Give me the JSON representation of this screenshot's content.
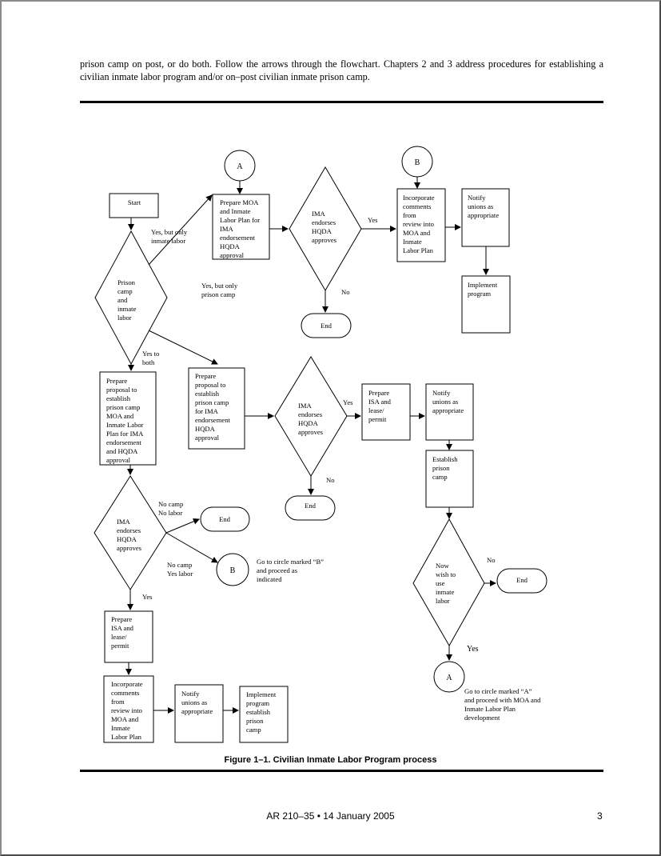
{
  "intro_text": "prison camp on post, or do both. Follow the arrows through the flowchart. Chapters 2 and 3 address procedures for establishing a civilian inmate labor program and/or on–post civilian inmate prison camp.",
  "flowchart": {
    "start": "Start",
    "decision_prison_camp": [
      "Prison",
      "camp",
      "and",
      "inmate",
      "labor"
    ],
    "label_yes_inmate_labor": [
      "Yes, but only",
      "inmate labor"
    ],
    "label_yes_prison_camp": [
      "Yes, but only",
      "prison camp"
    ],
    "label_yes_both": [
      "Yes to",
      "both"
    ],
    "connector_a": "A",
    "connector_b": "B",
    "box_moa_plan": [
      "Prepare MOA",
      "and Inmate",
      "Labor Plan for",
      "IMA",
      "endorsement",
      "HQDA",
      "approval"
    ],
    "decision_ima_1": [
      "IMA",
      "endorses",
      "HQDA",
      "approves"
    ],
    "yes": "Yes",
    "no": "No",
    "end": "End",
    "box_incorporate": [
      "Incorporate",
      "comments",
      "from",
      "review into",
      "MOA and",
      "Inmate",
      "Labor Plan"
    ],
    "box_notify_unions": [
      "Notify",
      "unions as",
      "appropriate"
    ],
    "box_implement_program": [
      "Implement",
      "program"
    ],
    "box_prepare_proposal_camp": [
      "Prepare",
      "proposal to",
      "establish",
      "prison camp",
      "for IMA",
      "endorsement",
      "HQDA",
      "approval"
    ],
    "box_prepare_isa": [
      "Prepare",
      "ISA and",
      "lease/",
      "permit"
    ],
    "box_establish_camp": [
      "Establish",
      "prison",
      "camp"
    ],
    "decision_wish_labor": [
      "Now",
      "wish to",
      "use",
      "inmate",
      "labor"
    ],
    "note_goto_a": [
      "Go to circle marked “A”",
      "and proceed with MOA and",
      "Inmate Labor Plan",
      "development"
    ],
    "box_prepare_proposal_both": [
      "Prepare",
      "proposal to",
      "establish",
      "prison camp",
      "MOA and",
      "Inmate Labor",
      "Plan for IMA",
      "endorsement",
      "and HQDA",
      "approval"
    ],
    "label_no_camp_no_labor": [
      "No camp",
      "No labor"
    ],
    "label_no_camp_yes_labor": [
      "No camp",
      "Yes labor"
    ],
    "note_goto_b": [
      "Go to circle marked “B”",
      "and proceed as",
      "indicated"
    ],
    "box_implement_establish": [
      "Implement",
      "program",
      "establish",
      "prison",
      "camp"
    ]
  },
  "caption": "Figure 1–1. Civilian Inmate Labor Program process",
  "footer": "AR 210–35 • 14 January 2005",
  "page_number": "3"
}
